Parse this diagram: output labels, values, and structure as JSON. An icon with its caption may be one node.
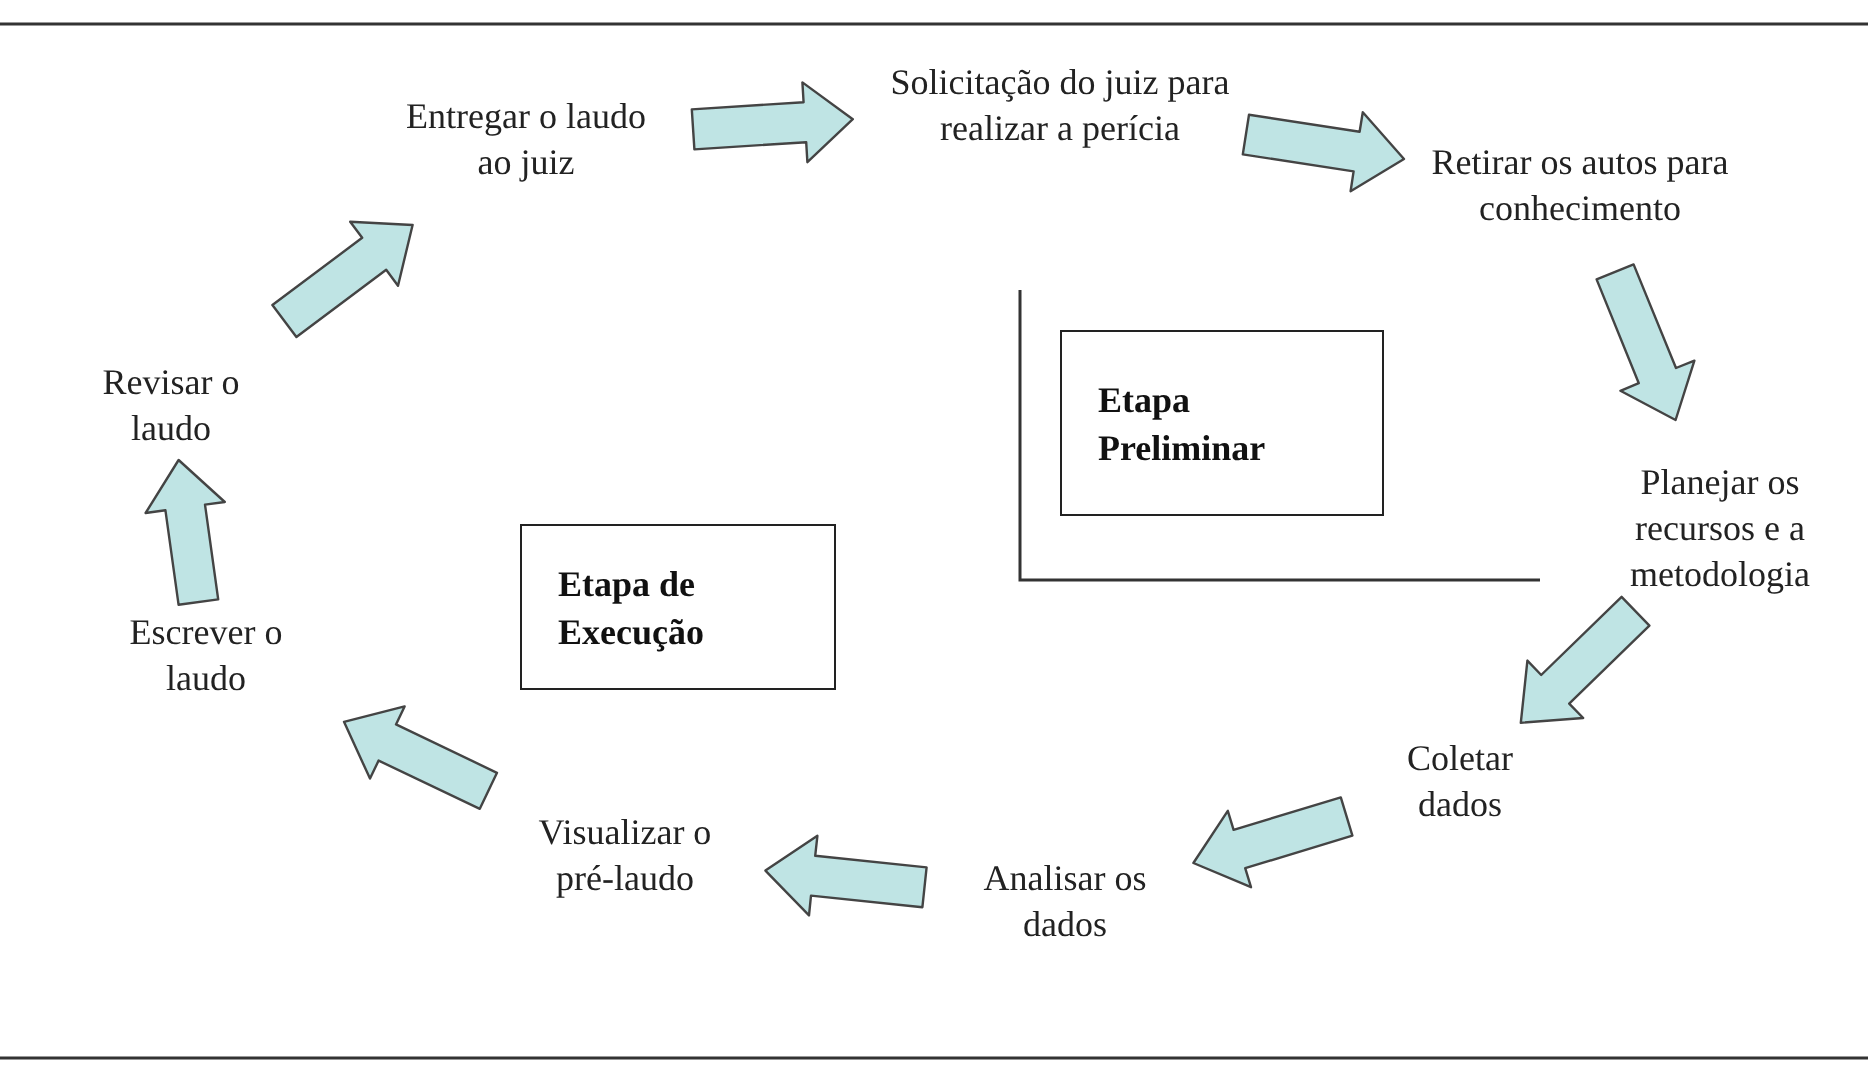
{
  "diagram": {
    "nodes": [
      {
        "text": [
          "Solicitação do juiz para realizar a perícia"
        ]
      },
      {
        "text": [
          "Retirar os autos para conhecimento"
        ]
      },
      {
        "text": [
          "Planejar os recursos e a metodologia"
        ]
      },
      {
        "text": [
          "Coletar dados"
        ]
      },
      {
        "text": [
          "Analisar os dados"
        ]
      },
      {
        "text": [
          "Visualizar o pré-laudo"
        ]
      },
      {
        "text": [
          "Escrever o laudo"
        ]
      },
      {
        "text": [
          "Revisar o laudo"
        ]
      },
      {
        "text": [
          "Entregar o laudo ao juiz"
        ]
      },
      {
        "text": [
          "Etapa Preliminar"
        ]
      },
      {
        "text": [
          "Etapa de Execução"
        ]
      }
    ],
    "edges": [
      {
        "from": 8,
        "to": 0,
        "arrow": "to"
      },
      {
        "from": 0,
        "to": 1,
        "arrow": "to"
      },
      {
        "from": 1,
        "to": 2,
        "arrow": "to"
      },
      {
        "from": 2,
        "to": 3,
        "arrow": "to"
      },
      {
        "from": 3,
        "to": 4,
        "arrow": "to"
      },
      {
        "from": 4,
        "to": 5,
        "arrow": "to"
      },
      {
        "from": 5,
        "to": 6,
        "arrow": "to"
      },
      {
        "from": 6,
        "to": 7,
        "arrow": "to"
      },
      {
        "from": 7,
        "to": 8,
        "arrow": "to"
      }
    ]
  }
}
